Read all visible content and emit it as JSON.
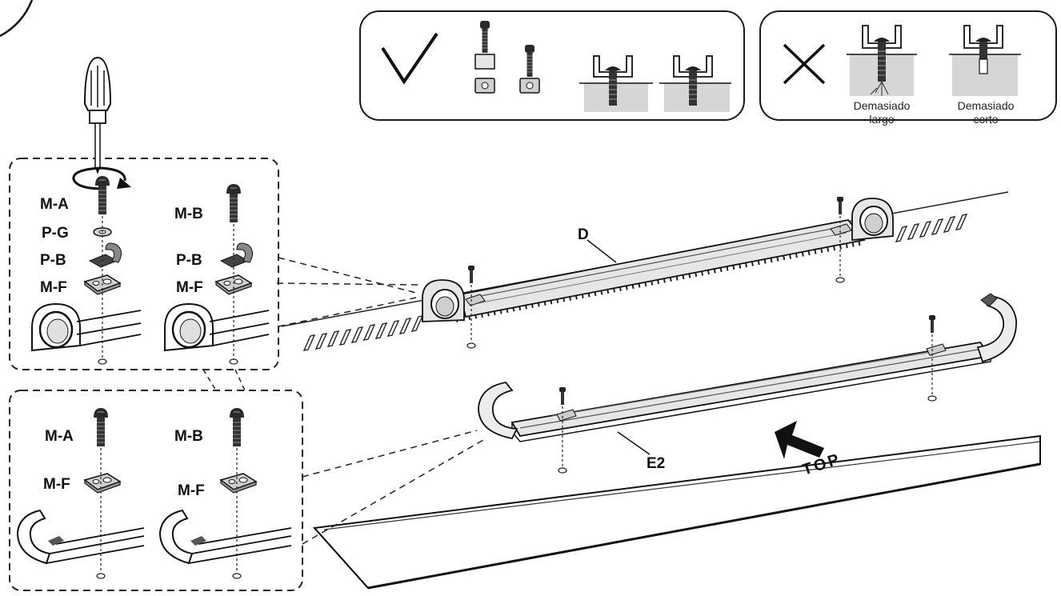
{
  "labels": {
    "ma_1": "M-A",
    "pg_1": "P-G",
    "pb_1": "P-B",
    "mf_1": "M-F",
    "mb_2": "M-B",
    "pb_2": "P-B",
    "mf_2": "M-F",
    "ma_3": "M-A",
    "mf_3": "M-F",
    "mb_4": "M-B",
    "mf_4": "M-F",
    "part_d": "D",
    "part_e2": "E2",
    "top": "TOP"
  },
  "wrong_panel": {
    "too_long_line1": "Demasiado",
    "too_long_line2": "largo",
    "too_short_line1": "Demasiado",
    "too_short_line2": "corto"
  },
  "colors": {
    "ink": "#1a1a1a",
    "metal": "#dcdcdc",
    "shade": "#c9c9c9",
    "wall": "#d6d6d6"
  },
  "icons": {
    "ok": "check-mark-icon",
    "bad": "cross-mark-icon",
    "rotate": "rotate-arrow-icon",
    "tool": "screwdriver-icon"
  }
}
